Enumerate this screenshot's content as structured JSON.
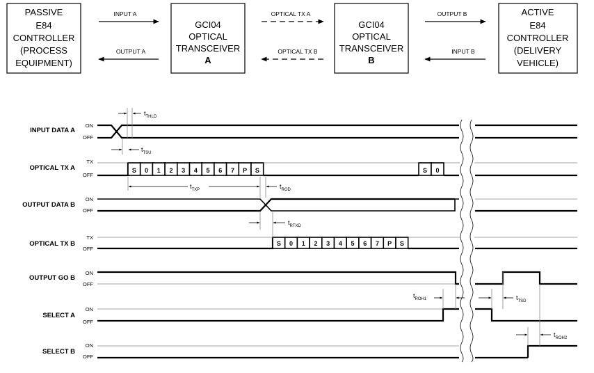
{
  "boxes": {
    "passive": [
      "PASSIVE",
      "E84",
      "CONTROLLER",
      "(PROCESS",
      "EQUIPMENT)"
    ],
    "gci_a": [
      "GCI04",
      "OPTICAL",
      "TRANSCEIVER",
      "A"
    ],
    "gci_b": [
      "GCI04",
      "OPTICAL",
      "TRANSCEIVER",
      "B"
    ],
    "active": [
      "ACTIVE",
      "E84",
      "CONTROLLER",
      "(DELIVERY",
      "VEHICLE)"
    ]
  },
  "arrows": {
    "input_a": "INPUT A",
    "output_a": "OUTPUT A",
    "optical_tx_a": "OPTICAL TX A",
    "optical_tx_b": "OPTICAL TX B",
    "output_b": "OUTPUT B",
    "input_b": "INPUT B"
  },
  "signals": [
    {
      "label": "INPUT DATA A",
      "hi": "ON",
      "lo": "OFF"
    },
    {
      "label": "OPTICAL TX A",
      "hi": "TX",
      "lo": "OFF"
    },
    {
      "label": "OUTPUT DATA B",
      "hi": "ON",
      "lo": "OFF"
    },
    {
      "label": "OPTICAL TX B",
      "hi": "TX",
      "lo": "OFF"
    },
    {
      "label": "OUTPUT GO B",
      "hi": "ON",
      "lo": "OFF"
    },
    {
      "label": "SELECT A",
      "hi": "ON",
      "lo": "OFF"
    },
    {
      "label": "SELECT B",
      "hi": "ON",
      "lo": "OFF"
    }
  ],
  "frame_bits": [
    "S",
    "0",
    "1",
    "2",
    "3",
    "4",
    "5",
    "6",
    "7",
    "P",
    "S"
  ],
  "short_frame_bits": [
    "S",
    "0"
  ],
  "timing": {
    "thld": {
      "t": "t",
      "sub": "THLD"
    },
    "tsu": {
      "t": "t",
      "sub": "TSU"
    },
    "txp": {
      "t": "t",
      "sub": "TXP"
    },
    "rod": {
      "t": "t",
      "sub": "ROD"
    },
    "rtxd": {
      "t": "t",
      "sub": "RTXD"
    },
    "roh1": {
      "t": "t",
      "sub": "ROH1"
    },
    "tsd": {
      "t": "t",
      "sub": "TSD"
    },
    "roh2": {
      "t": "t",
      "sub": "ROH2"
    }
  }
}
